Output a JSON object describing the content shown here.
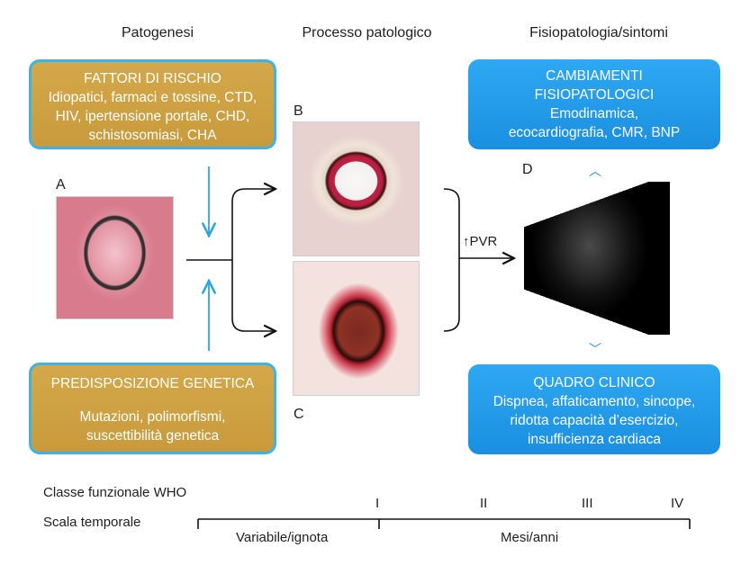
{
  "headers": {
    "patogenesi": "Patogenesi",
    "processo": "Processo patologico",
    "fisiopatologia": "Fisiopatologia/sintomi"
  },
  "boxes": {
    "fattori": {
      "title": "FATTORI DI RISCHIO",
      "lines": [
        "Idiopatici, farmaci e tossine, CTD,",
        "HIV, ipertensione portale, CHD,",
        "schistosomiasi, CHA"
      ]
    },
    "predisposizione": {
      "title": "PREDISPOSIZIONE GENETICA",
      "lines": [
        "Mutazioni, polimorfismi,",
        "suscettibilità genetica"
      ]
    },
    "cambiamenti": {
      "title_lines": [
        "CAMBIAMENTI",
        "FISIOPATOLOGICI"
      ],
      "lines": [
        "Emodinamica,",
        "ecocardiografia, CMR, BNP"
      ]
    },
    "quadro": {
      "title": "QUADRO CLINICO",
      "lines": [
        "Dispnea, affaticamento, sincope,",
        "ridotta capacità d’esercizio,",
        "insufficienza cardiaca"
      ]
    }
  },
  "panels": {
    "a": "A",
    "b": "B",
    "c": "C",
    "d": "D"
  },
  "pvr_label": "↑PVR",
  "bottom": {
    "who_label": "Classe funzionale WHO",
    "time_label": "Scala temporale",
    "classes": [
      "I",
      "II",
      "III",
      "IV"
    ],
    "variable": "Variabile/ignota",
    "months": "Mesi/anni"
  },
  "colors": {
    "gold": "#c89a3c",
    "blue": "#1a8fe0",
    "border_blue": "#39b4e8",
    "arrow_blue": "#2aa6e0"
  }
}
